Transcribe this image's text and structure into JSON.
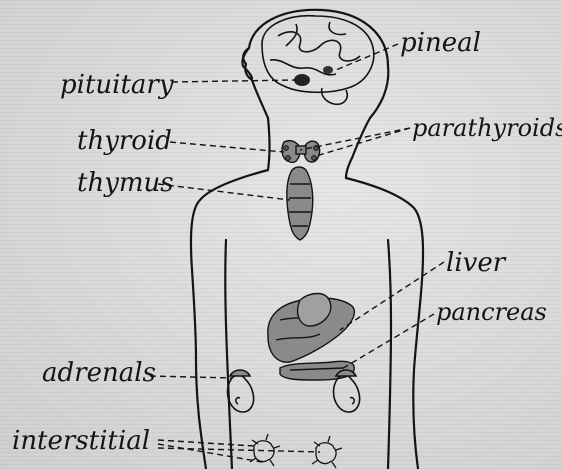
{
  "labels": {
    "pineal": "pineal",
    "pituitary": "pituitary",
    "parathyroids": "parathyroids",
    "thyroid": "thyroid",
    "thymus": "thymus",
    "liver": "liver",
    "pancreas": "pancreas",
    "adrenals": "adrenals",
    "interstitial": "interstitial"
  },
  "colors": {
    "ink": "#141414",
    "paper": "#dcdcdc",
    "organ_fill": "#8a8a8a"
  }
}
